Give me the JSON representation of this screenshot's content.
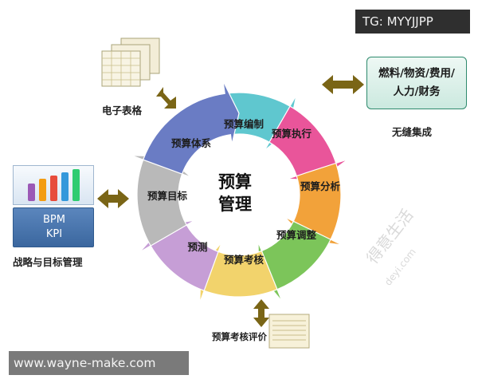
{
  "center": {
    "line1": "预算",
    "line2": "管理"
  },
  "cycle": {
    "stages": [
      {
        "label": "预算编制",
        "color": "#5fc7cf"
      },
      {
        "label": "预算执行",
        "color": "#e9559a"
      },
      {
        "label": "预算分析",
        "color": "#f2a23a"
      },
      {
        "label": "预算调整",
        "color": "#7cc55a"
      },
      {
        "label": "预算考核",
        "color": "#f2d36c"
      },
      {
        "label": "预测",
        "color": "#c69ed6"
      },
      {
        "label": "预算目标",
        "color": "#b9b9b9"
      },
      {
        "label": "预算体系",
        "color": "#6a7cc4"
      }
    ]
  },
  "external": {
    "spreadsheet_caption": "电子表格",
    "integration_text_line1": "燃料/物资/费用/",
    "integration_text_line2": "人力/财务",
    "integration_caption": "无缝集成",
    "bpm_line1": "BPM",
    "bpm_line2": "KPI",
    "strategy_caption": "战略与目标管理",
    "evaluation_caption": "预算考核评价"
  },
  "overlays": {
    "tag": "TG: MYYJJPP",
    "url": "www.wayne-make.com",
    "watermark": "得意生活",
    "watermark_small": "deyi.com"
  },
  "colors": {
    "connector_arrow": "#7a6516",
    "bar_colors": [
      "#9b59b6",
      "#f39c12",
      "#e74c3c",
      "#3498db",
      "#2ecc71"
    ]
  }
}
